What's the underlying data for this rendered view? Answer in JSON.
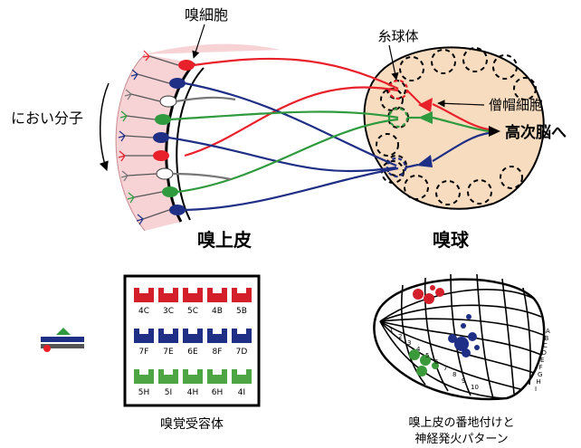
{
  "labels": {
    "olfactory_cell": "嗅細胞",
    "glomerulus": "糸球体",
    "mitral_cell": "僧帽細胞",
    "odor_molecule": "におい分子",
    "higher_brain": "高次脳へ",
    "olfactory_epithelium": "嗅上皮",
    "olfactory_bulb": "嗅球",
    "receptor_title": "嗅覚受容体",
    "map_caption_line1": "嗅上皮の番地付けと",
    "map_caption_line2": "神経発火パターン"
  },
  "receptors": {
    "rows": [
      {
        "color": "#d21f2a",
        "items": [
          "4C",
          "3C",
          "5C",
          "4B",
          "5B"
        ]
      },
      {
        "color": "#1f2f86",
        "items": [
          "7F",
          "7E",
          "6E",
          "8F",
          "7D"
        ]
      },
      {
        "color": "#4ea544",
        "items": [
          "5H",
          "5I",
          "4H",
          "6H",
          "4I"
        ]
      }
    ]
  },
  "map_ticks": {
    "left": [
      "1",
      "2",
      "3",
      "4",
      "5",
      "6",
      "7",
      "8",
      "9",
      "10"
    ],
    "right": [
      "A",
      "B",
      "C",
      "D",
      "E",
      "F",
      "G",
      "H",
      "I"
    ]
  },
  "colors": {
    "red": "#e8202a",
    "blue": "#1f2f86",
    "green": "#2f9a3e",
    "epithelium_fill": "#f7d3d6",
    "bulb_fill": "#f7dcc0"
  }
}
